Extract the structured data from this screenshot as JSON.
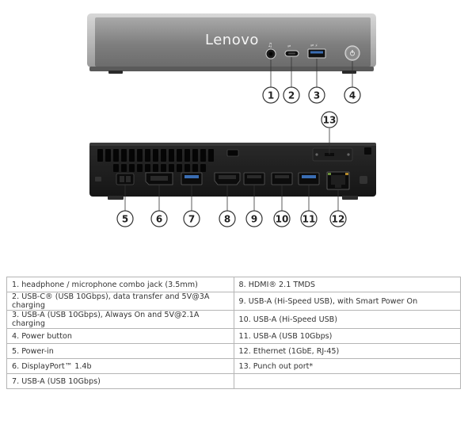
{
  "brand": "Lenovo",
  "callouts": [
    "1",
    "2",
    "3",
    "4",
    "5",
    "6",
    "7",
    "8",
    "9",
    "10",
    "11",
    "12",
    "13"
  ],
  "legend": {
    "left": [
      "1.   headphone / microphone combo jack (3.5mm)",
      "2.   USB-C® (USB 10Gbps), data transfer and 5V@3A charging",
      "3.   USB-A (USB 10Gbps), Always On and 5V@2.1A charging",
      "4.   Power button",
      "5.   Power-in",
      "6.   DisplayPort™ 1.4b",
      "7.   USB-A (USB 10Gbps)"
    ],
    "right": [
      "8.   HDMI® 2.1 TMDS",
      "9.   USB-A (Hi-Speed USB), with Smart Power On",
      "10.  USB-A (Hi-Speed USB)",
      "11.  USB-A (USB 10Gbps)",
      "12.  Ethernet (1GbE, RJ-45)",
      "13.  Punch out port*",
      ""
    ]
  },
  "colors": {
    "front_panel": "#8c8c8c",
    "chassis_dark": "#1b1b1b",
    "port_black": "#101010",
    "usb_blue": "#3a6db3",
    "table_border": "#b5b5b5"
  }
}
